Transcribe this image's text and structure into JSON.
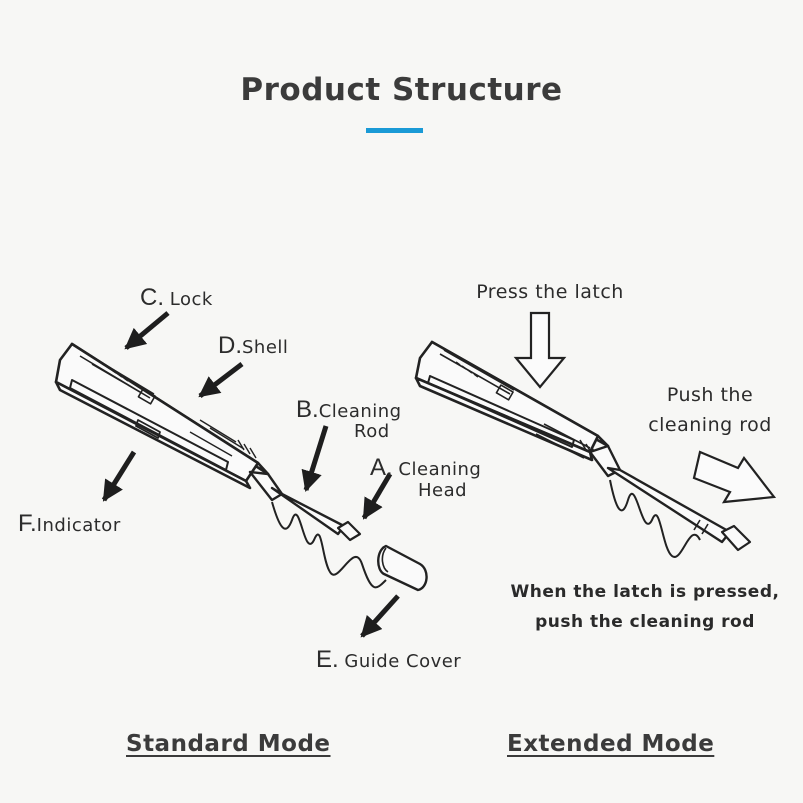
{
  "title": "Product Structure",
  "accent_color": "#1a9ad6",
  "parts": {
    "a": {
      "letter": "A.",
      "line1": "Cleaning",
      "line2": "Head"
    },
    "b": {
      "letter": "B.",
      "line1": "Cleaning",
      "line2": "Rod"
    },
    "c": {
      "letter": "C.",
      "text": "Lock"
    },
    "d": {
      "letter": "D.",
      "text": "Shell"
    },
    "e": {
      "letter": "E.",
      "text": "Guide Cover"
    },
    "f": {
      "letter": "F.",
      "text": "Indicator"
    }
  },
  "extended": {
    "press_label": "Press the latch",
    "push_line1": "Push the",
    "push_line2": "cleaning rod",
    "note_line1": "When the latch is pressed,",
    "note_line2": "push the cleaning rod"
  },
  "modes": {
    "standard": "Standard Mode",
    "extended": "Extended Mode"
  }
}
